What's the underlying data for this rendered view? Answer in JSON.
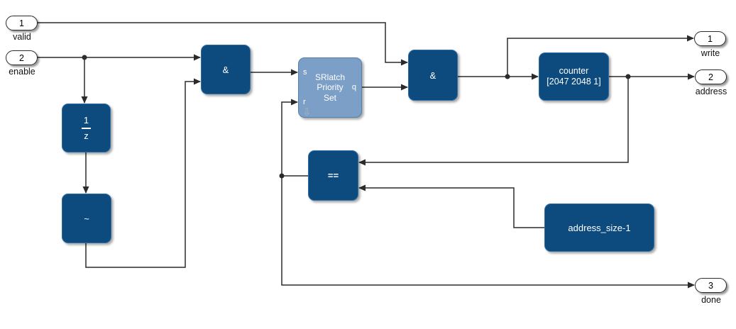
{
  "diagram": {
    "colors": {
      "background": "#ffffff",
      "block_fill": "#0d4a7d",
      "block_border": "#2e6da8",
      "block_text": "#ffffff",
      "latch_fill": "#7c9fc7",
      "latch_border": "#5680ab",
      "wire": "#2b2b2b",
      "port_fill": "#ffffff",
      "port_border": "#2b2b2b",
      "label_text": "#111111",
      "badge": "#a9b0b8"
    },
    "inports": [
      {
        "number": "1",
        "label": "valid"
      },
      {
        "number": "2",
        "label": "enable"
      }
    ],
    "outports": [
      {
        "number": "1",
        "label": "write"
      },
      {
        "number": "2",
        "label": "address"
      },
      {
        "number": "3",
        "label": "done"
      }
    ],
    "blocks": {
      "and1": {
        "label": "&"
      },
      "and2": {
        "label": "&"
      },
      "unit_delay": {
        "numerator": "1",
        "denominator": "z"
      },
      "not": {
        "label": "~"
      },
      "srlatch": {
        "line1": "SRlatch",
        "line2": "Priority",
        "line3": "Set",
        "port_s": "s",
        "port_r": "r",
        "port_q": "q",
        "badge_icon": "⇩"
      },
      "counter": {
        "line1": "counter",
        "line2": "[2047 2048 1]"
      },
      "equals": {
        "label": "=="
      },
      "constant": {
        "label": "address_size-1"
      }
    }
  }
}
